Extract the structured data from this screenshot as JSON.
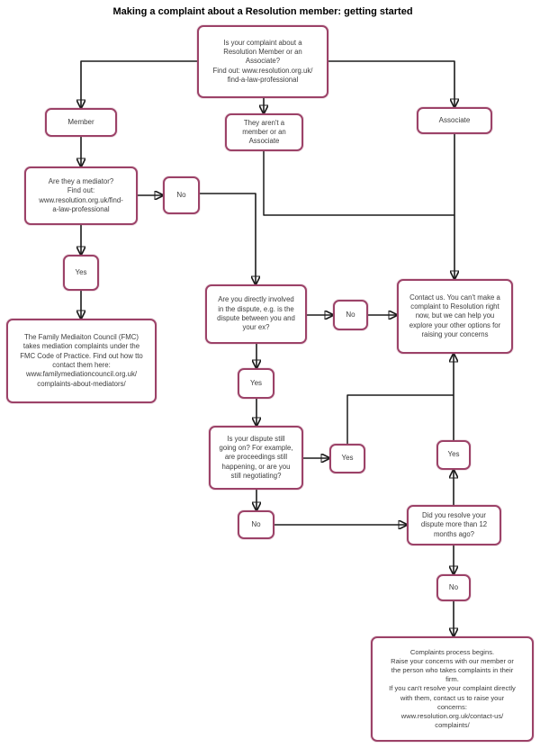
{
  "title": "Making a complaint about a Resolution member: getting started",
  "diagram": {
    "colors": {
      "box_border": "#9c4268",
      "connector": "#1c1c1c",
      "text": "#3c3c3c",
      "background": "#ffffff"
    },
    "nodes": {
      "top_question": {
        "label": "Is your complaint about a\nResolution Member or an\nAssociate?\nFind out: www.resolution.org.uk/\nfind-a-law-professional"
      },
      "member": {
        "label": "Member"
      },
      "not_member": {
        "label": "They aren't a\nmember or an\nAssociate"
      },
      "associate": {
        "label": "Associate"
      },
      "mediator_question": {
        "label": "Are they a mediator?\nFind out:\nwww.resolution.org.uk/find-\na-law-professional"
      },
      "no1": {
        "label": "No"
      },
      "yes1": {
        "label": "Yes"
      },
      "fmc_info": {
        "label": "The Family Mediaiton Council (FMC)\ntakes mediation complaints under the\nFMC Code of Practice. Find out how tto\ncontact them here:\nwww.familymediationcouncil.org.uk/\ncomplaints-about-mediators/"
      },
      "involved_question": {
        "label": "Are you directly involved\nin the dispute, e.g. is the\ndispute between you and\nyour ex?"
      },
      "no2": {
        "label": "No"
      },
      "contact_us": {
        "label": "Contact us. You can't make a\ncomplaint to Resolution right\nnow, but we can help you\nexplore your other options for\nraising your concerns"
      },
      "yes2": {
        "label": "Yes"
      },
      "dispute_question": {
        "label": "Is your dispute still\ngoing on? For example,\nare proceedings still\nhappening, or are you\nstill negotiating?"
      },
      "yes3": {
        "label": "Yes"
      },
      "yes4": {
        "label": "Yes"
      },
      "no3": {
        "label": "No"
      },
      "resolve_question": {
        "label": "Did you resolve your\ndispute more than 12\nmonths ago?"
      },
      "no4": {
        "label": "No"
      },
      "final_info": {
        "label": "Complaints process begins.\nRaise your concerns with our member or\nthe person who takes complaints in their\nfirm.\nIf you can't resolve your complaint directly\nwith them, contact us to raise your\nconcerns:\nwww.resolution.org.uk/contact-us/\ncomplaints/"
      }
    },
    "edges": [
      {
        "from": "top_question",
        "to": "member"
      },
      {
        "from": "top_question",
        "to": "not_member"
      },
      {
        "from": "top_question",
        "to": "associate"
      },
      {
        "from": "member",
        "to": "mediator_question"
      },
      {
        "from": "mediator_question",
        "to": "no1"
      },
      {
        "from": "mediator_question",
        "to": "yes1"
      },
      {
        "from": "no1",
        "to": "involved_question"
      },
      {
        "from": "not_member",
        "to": "contact_us"
      },
      {
        "from": "associate",
        "to": "contact_us"
      },
      {
        "from": "yes1",
        "to": "fmc_info"
      },
      {
        "from": "involved_question",
        "to": "no2"
      },
      {
        "from": "no2",
        "to": "contact_us"
      },
      {
        "from": "involved_question",
        "to": "yes2"
      },
      {
        "from": "yes2",
        "to": "dispute_question"
      },
      {
        "from": "dispute_question",
        "to": "yes3"
      },
      {
        "from": "yes3",
        "to": "contact_us"
      },
      {
        "from": "dispute_question",
        "to": "no3"
      },
      {
        "from": "no3",
        "to": "resolve_question"
      },
      {
        "from": "resolve_question",
        "to": "yes4"
      },
      {
        "from": "yes4",
        "to": "contact_us"
      },
      {
        "from": "resolve_question",
        "to": "no4"
      },
      {
        "from": "no4",
        "to": "final_info"
      }
    ]
  }
}
